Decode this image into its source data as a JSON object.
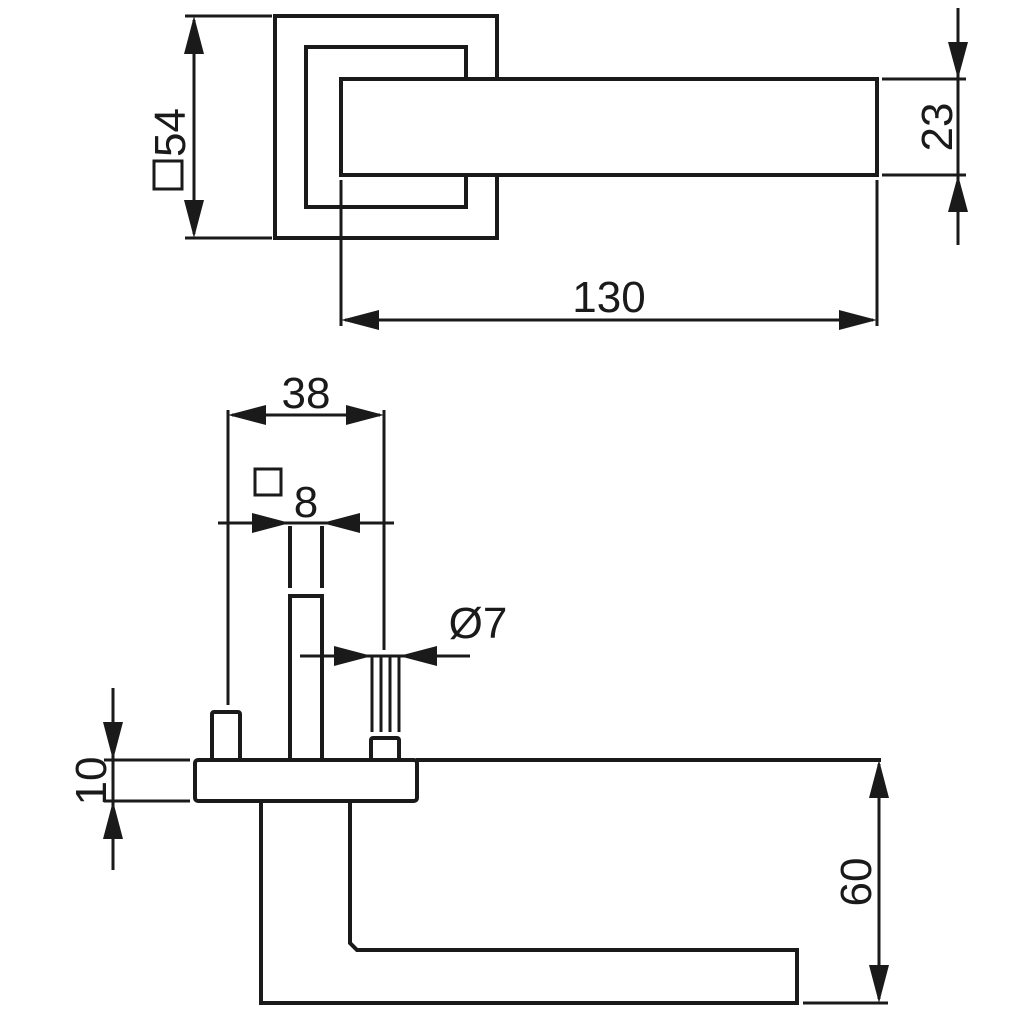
{
  "top_view": {
    "rose_dimension": "54",
    "handle_width_dimension": "23",
    "handle_length_dimension": "130"
  },
  "side_view": {
    "span_dimension": "38",
    "spindle_dimension": "8",
    "screw_dimension": "Ø7",
    "rose_thickness_dimension": "10",
    "handle_projection_dimension": "60"
  }
}
